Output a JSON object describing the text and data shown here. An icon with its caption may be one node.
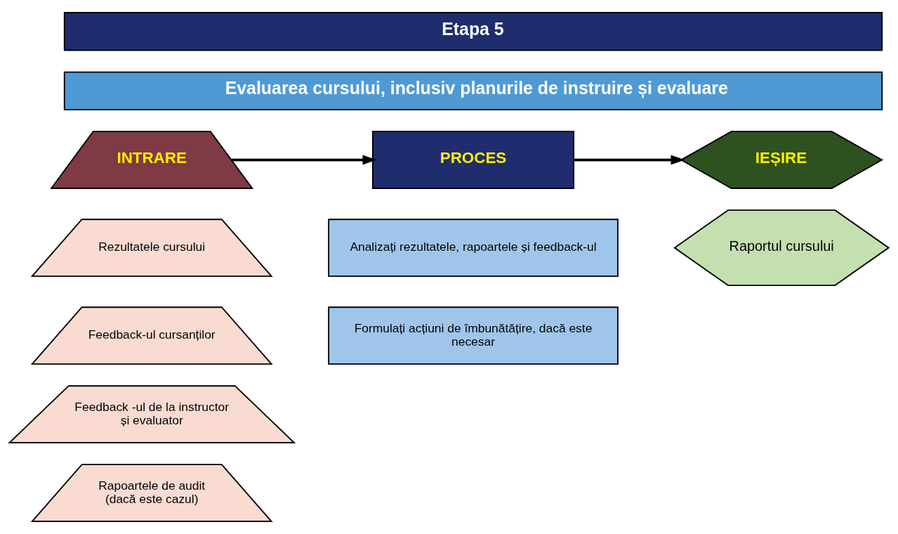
{
  "diagram": {
    "nodes": [
      {
        "text": [
          "Etapa 5"
        ]
      },
      {
        "text": [
          "Evaluarea cursului, inclusiv planurile de instruire și evaluare"
        ]
      },
      {
        "text": [
          "INTRARE"
        ]
      },
      {
        "text": [
          "PROCES"
        ]
      },
      {
        "text": [
          "IEȘIRE"
        ]
      },
      {
        "text": [
          "Rezultatele cursului"
        ]
      },
      {
        "text": [
          "Feedback-ul cursanților"
        ]
      },
      {
        "text": [
          "Feedback -ul de la instructor și evaluator"
        ]
      },
      {
        "text": [
          "Rapoartele de audit (dacă este cazul)"
        ]
      },
      {
        "text": [
          "Analizați rezultatele, rapoartele și feedback-ul"
        ]
      },
      {
        "text": [
          "Formulați acțiuni de îmbunătățire, dacă este necesar"
        ]
      },
      {
        "text": [
          "Raportul cursului"
        ]
      }
    ],
    "edges": [
      {
        "from": 2,
        "to": 3,
        "arrow": "to"
      },
      {
        "from": 3,
        "to": 4,
        "arrow": "to"
      }
    ]
  }
}
